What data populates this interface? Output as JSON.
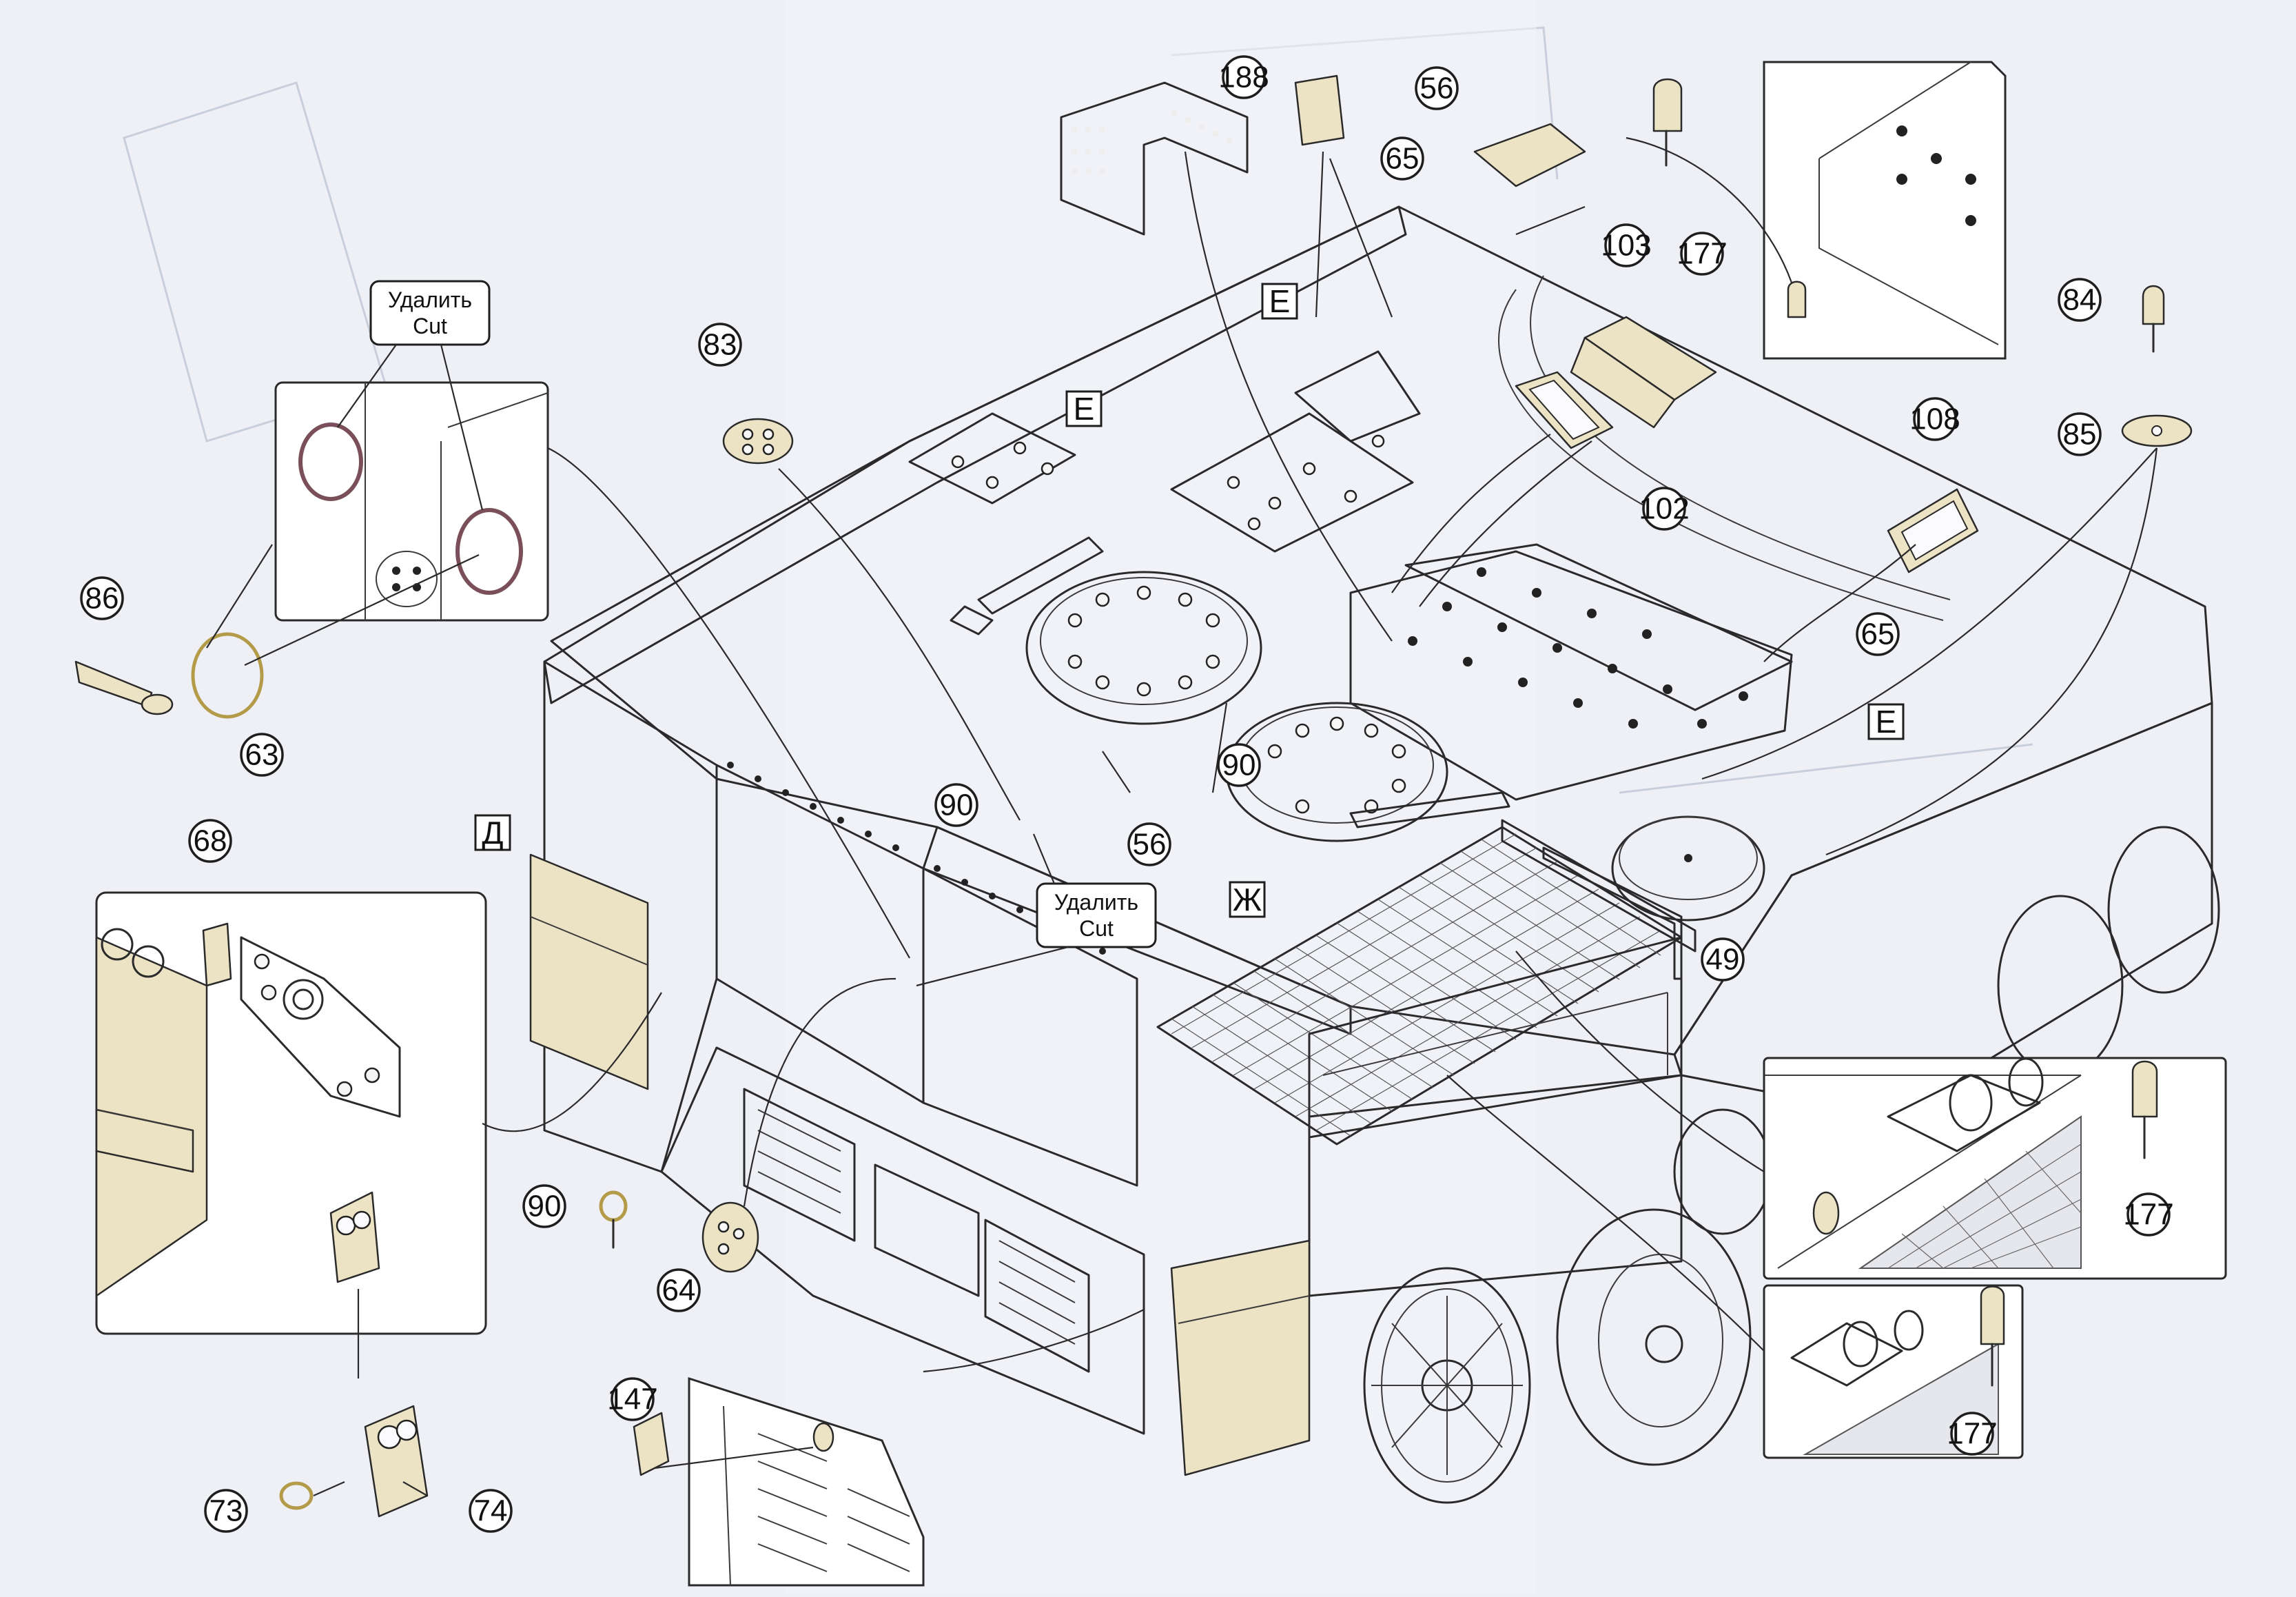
{
  "callouts": [
    {
      "label": "188"
    },
    {
      "label": "65"
    },
    {
      "label": "56"
    },
    {
      "label": "177"
    },
    {
      "label": "103"
    },
    {
      "label": "84"
    },
    {
      "label": "85"
    },
    {
      "label": "83"
    },
    {
      "label": "102"
    },
    {
      "label": "108"
    },
    {
      "label": "65"
    },
    {
      "label": "86"
    },
    {
      "label": "63"
    },
    {
      "label": "90"
    },
    {
      "label": "90"
    },
    {
      "label": "56"
    },
    {
      "label": "68"
    },
    {
      "label": "49"
    },
    {
      "label": "177"
    },
    {
      "label": "90"
    },
    {
      "label": "64"
    },
    {
      "label": "147"
    },
    {
      "label": "73"
    },
    {
      "label": "74"
    },
    {
      "label": "177"
    }
  ],
  "letters": [
    {
      "label": "E"
    },
    {
      "label": "E"
    },
    {
      "label": "E"
    },
    {
      "label": "Д"
    },
    {
      "label": "Ж"
    }
  ],
  "cut_notes": [
    {
      "line1": "Удалить",
      "line2": "Cut"
    },
    {
      "line1": "Удалить",
      "line2": "Cut"
    }
  ],
  "colors": {
    "background": "#eef0f6",
    "photo_etch_part": "#ece2c4",
    "line": "#2a2a2a"
  }
}
